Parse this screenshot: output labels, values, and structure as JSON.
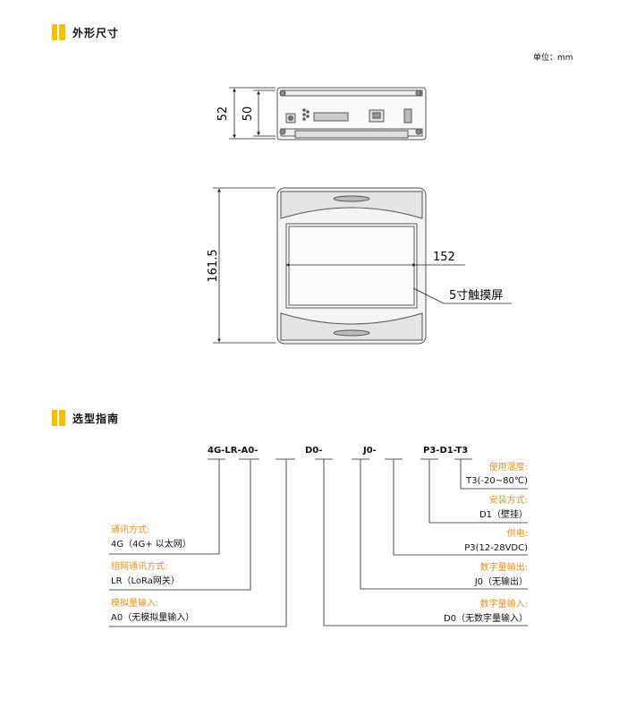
{
  "sections": {
    "dimensions_title": "外形尺寸",
    "selection_title": "选型指南"
  },
  "unit_label": "单位：mm",
  "dimensions": {
    "side_outer": "52",
    "side_inner": "50",
    "front_height": "161.5",
    "front_width": "152",
    "screen_label": "5寸触摸屏"
  },
  "model_code": {
    "part1": "4G-LR-A0-",
    "part2": "D0-",
    "part3": "J0-",
    "part4": "P3-D1-T3"
  },
  "left_options": [
    {
      "title": "通讯方式:",
      "value": "4G（4G+  以太网）"
    },
    {
      "title": "组网通讯方式:",
      "value": "LR（LoRa网关）"
    },
    {
      "title": "模拟量输入:",
      "value": "A0（无模拟量输入）"
    }
  ],
  "right_options": [
    {
      "title": "使用温度:",
      "value": "T3(-20~80℃)"
    },
    {
      "title": "安装方式:",
      "value": "D1（壁挂）"
    },
    {
      "title": "供电:",
      "value": "P3(12-28VDC)"
    },
    {
      "title": "数字量输出:",
      "value": "J0（无输出）"
    },
    {
      "title": "数字量输入:",
      "value": "D0（无数字量输入）"
    }
  ],
  "colors": {
    "accent": "#f6c000",
    "label": "#e8901f"
  }
}
